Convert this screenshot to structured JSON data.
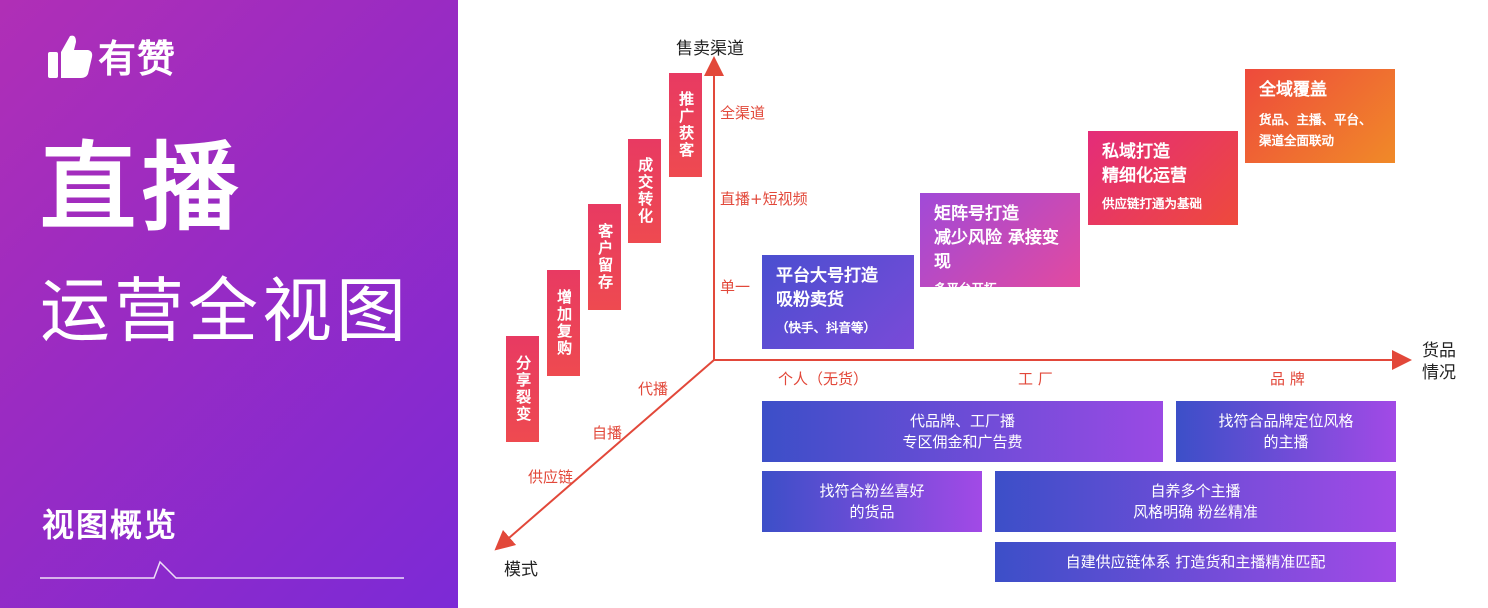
{
  "brand": {
    "name": "有赞"
  },
  "headline": {
    "title": "直播",
    "subtitle": "运营全视图",
    "overview": "视图概览"
  },
  "axes": {
    "y_label": "售卖渠道",
    "x_label_line1": "货品",
    "x_label_line2": "情况",
    "z_label": "模式"
  },
  "y_ticks": [
    "全渠道",
    "直播+短视频",
    "单一"
  ],
  "x_ticks": [
    "个人（无货）",
    "工 厂",
    "品 牌"
  ],
  "z_ticks": [
    "代播",
    "自播",
    "供应链"
  ],
  "funnel": [
    "分享裂变",
    "增加复购",
    "客户留存",
    "成交转化",
    "推广获客"
  ],
  "stages": [
    {
      "line1": "平台大号打造",
      "line2": "吸粉卖货",
      "line3": "（快手、抖音等）"
    },
    {
      "line1": "矩阵号打造",
      "line2": "减少风险 承接变现",
      "line3": "多平台开拓"
    },
    {
      "line1": "私域打造",
      "line2": "精细化运营",
      "line3": "供应链打通为基础"
    },
    {
      "line1": "全域覆盖",
      "line2": "",
      "line3": "货品、主播、平台、",
      "line4": "渠道全面联动"
    }
  ],
  "modes": [
    {
      "line1": "代品牌、工厂播",
      "line2": "专区佣金和广告费"
    },
    {
      "line1": "找符合品牌定位风格",
      "line2": "的主播"
    },
    {
      "line1": "找符合粉丝喜好",
      "line2": "的货品"
    },
    {
      "line1": "自养多个主播",
      "line2": "风格明确  粉丝精准"
    },
    {
      "line1": "自建供应链体系  打造货和主播精准匹配",
      "line2": ""
    }
  ],
  "colors": {
    "axis": "#e2483a",
    "panel_start": "#b02fb6",
    "panel_end": "#7c2ad6",
    "mode_start": "#3c4fc8",
    "mode_end": "#a24ae6"
  }
}
